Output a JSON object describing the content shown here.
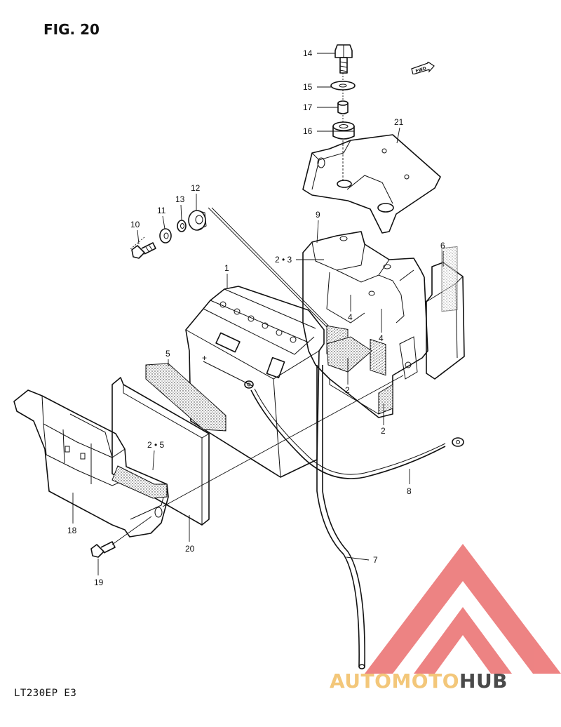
{
  "figure": {
    "title": "FIG. 20",
    "model_code": "LT230EP  E3",
    "fwd_label": "FWD"
  },
  "callouts": {
    "c1": "1",
    "c2a": "2",
    "c2b": "2",
    "c23": "2 • 3",
    "c25": "2 • 5",
    "c4a": "4",
    "c4b": "4",
    "c5": "5",
    "c6": "6",
    "c7": "7",
    "c8": "8",
    "c9": "9",
    "c10": "10",
    "c11": "11",
    "c12": "12",
    "c13": "13",
    "c14": "14",
    "c15": "15",
    "c16": "16",
    "c17": "17",
    "c18": "18",
    "c19": "19",
    "c20": "20",
    "c21": "21"
  },
  "watermark": {
    "part1": "AUTOMOTO",
    "part2": "HUB",
    "color_triangle": "#e85a5a",
    "color_text1": "#f3c77a",
    "color_text2": "#4a4a4a"
  }
}
